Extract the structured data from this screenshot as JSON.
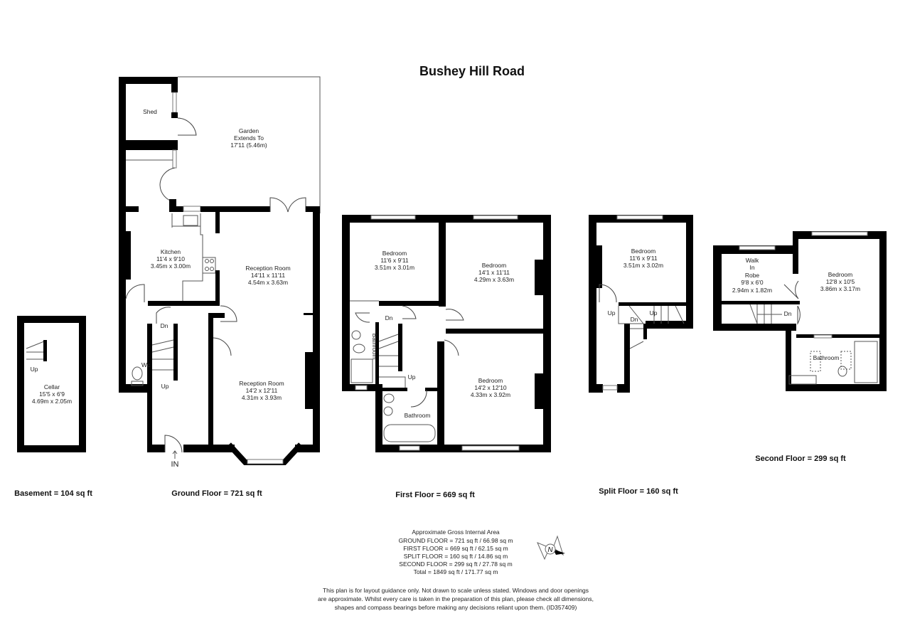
{
  "title": "Bushey Hill Road",
  "floors": {
    "basement": {
      "label": "Basement = 104 sq ft",
      "rooms": [
        {
          "name": "Cellar",
          "imperial": "15'5 x 6'9",
          "metric": "4.69m x 2.05m"
        }
      ],
      "stair_up": "Up"
    },
    "ground": {
      "label": "Ground Floor = 721 sq ft",
      "shed": "Shed",
      "garden": {
        "name": "Garden",
        "line2": "Extends To",
        "line3": "17'11 (5.46m)"
      },
      "kitchen": {
        "name": "Kitchen",
        "imperial": "11'4 x 9'10",
        "metric": "3.45m x 3.00m"
      },
      "reception1": {
        "name": "Reception Room",
        "imperial": "14'11 x 11'11",
        "metric": "4.54m x 3.63m"
      },
      "reception2": {
        "name": "Reception Room",
        "imperial": "14'2 x 12'11",
        "metric": "4.31m x 3.93m"
      },
      "wc": "Wc",
      "stair_dn": "Dn",
      "stair_up": "Up",
      "entrance": "IN"
    },
    "first": {
      "label": "First Floor = 669 sq ft",
      "bedroom1": {
        "name": "Bedroom",
        "imperial": "11'6 x 9'11",
        "metric": "3.51m x 3.01m"
      },
      "bedroom2": {
        "name": "Bedroom",
        "imperial": "14'1 x 11'11",
        "metric": "4.29m x 3.63m"
      },
      "bedroom3": {
        "name": "Bedroom",
        "imperial": "14'2 x 12'10",
        "metric": "4.33m x 3.92m"
      },
      "ensuite": "Bathroom",
      "bathroom": "Bathroom",
      "stair_dn": "Dn",
      "stair_up": "Up"
    },
    "split": {
      "label": "Split Floor = 160 sq ft",
      "bedroom": {
        "name": "Bedroom",
        "imperial": "11'6 x 9'11",
        "metric": "3.51m x 3.02m"
      },
      "stair_up1": "Up",
      "stair_up2": "Up",
      "stair_dn": "Dn"
    },
    "second": {
      "label": "Second Floor = 299 sq ft",
      "robe": {
        "l1": "Walk",
        "l2": "In",
        "l3": "Robe",
        "imperial": "9'8 x 6'0",
        "metric": "2.94m x 1.82m"
      },
      "bedroom": {
        "name": "Bedroom",
        "imperial": "12'8 x 10'5",
        "metric": "3.86m x 3.17m"
      },
      "bathroom": "Bathroom",
      "stair_dn": "Dn"
    }
  },
  "area": {
    "heading": "Approximate Gross Internal Area",
    "lines": [
      "GROUND FLOOR = 721 sq ft / 66.98 sq m",
      "FIRST FLOOR = 669 sq ft / 62.15 sq m",
      "SPLIT FLOOR = 160 sq ft / 14.86 sq m",
      "SECOND FLOOR = 299 sq ft / 27.78 sq m",
      "Total = 1849 sq ft / 171.77 sq m"
    ]
  },
  "compass": {
    "letter": "N"
  },
  "disclaimer": [
    "This plan is for layout guidance only. Not drawn to scale unless stated. Windows and door openings",
    "are approximate. Whilst every care is taken in the preparation of this plan, please check all dimensions,",
    "shapes and compass bearings before making any decisions reliant upon them. (ID357409)"
  ]
}
